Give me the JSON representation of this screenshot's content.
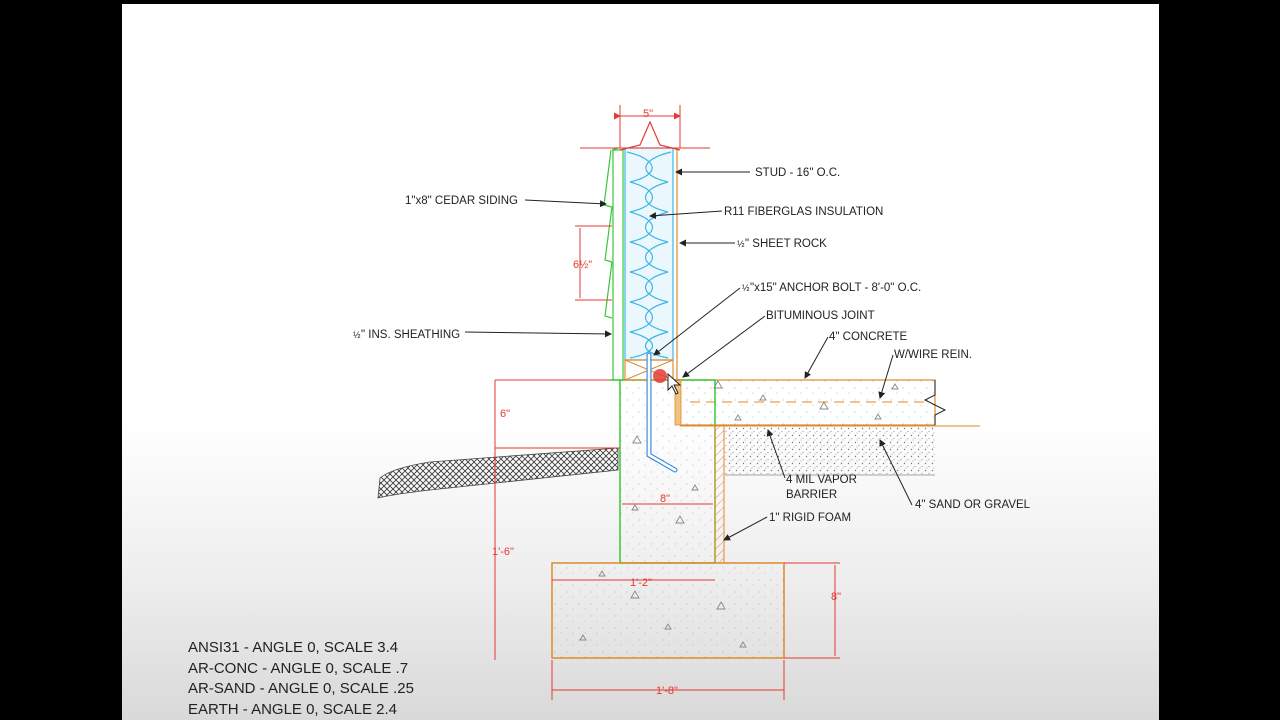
{
  "drawing": {
    "labels": {
      "stud": "STUD - 16\" O.C.",
      "insulation": "R11 FIBERGLAS INSULATION",
      "siding": "1\"x8\" CEDAR SIDING",
      "sheetrock_frac": "½",
      "sheetrock": "\" SHEET ROCK",
      "anchor_frac": "½",
      "anchor": "\"x15\" ANCHOR BOLT - 8'-0\" O.C.",
      "bitum": "BITUMINOUS JOINT",
      "sheathing_frac": "½",
      "sheathing": "\" INS. SHEATHING",
      "concrete": "4\" CONCRETE",
      "wire": "W/WIRE REIN.",
      "vapor1": "4 MIL VAPOR",
      "vapor2": "BARRIER",
      "sand": "4\" SAND OR GRAVEL",
      "rigid": "1\" RIGID FOAM"
    },
    "dimensions": {
      "wall_width": "5\"",
      "siding_exposure": "6½\"",
      "top_of_slab": "6\"",
      "stem_wall_width": "8\"",
      "stem_height": "1'-6\"",
      "footing_inner": "1'-2\"",
      "footing_height": "8\"",
      "footing_width": "1'-8\""
    }
  },
  "legend": [
    "ANSI31 - ANGLE 0, SCALE 3.4",
    "AR-CONC - ANGLE 0, SCALE .7",
    "AR-SAND - ANGLE 0, SCALE .25",
    "EARTH - ANGLE 0, SCALE 2.4"
  ],
  "colors": {
    "background": "#000000",
    "sheet": "#ffffff",
    "dimension": "#e53935",
    "outline_green": "#38c838",
    "outline_orange": "#e08a2c",
    "insulation": "#3fb6e6",
    "anchor_bolt": "#3d8fe0"
  }
}
